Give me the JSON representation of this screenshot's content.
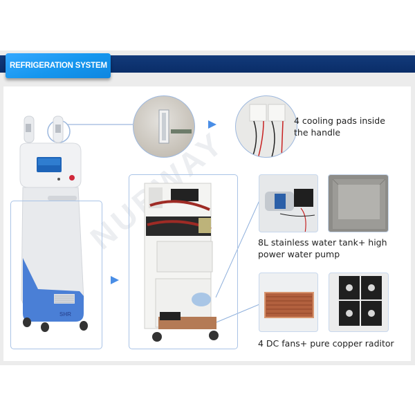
{
  "header": {
    "tab_label": "REFRIGERATION SYSTEM",
    "band_color": "#0b2f6b",
    "tab_color": "#1a9af0"
  },
  "watermark": "NUBWAY",
  "machine": {
    "model_label": "SHR",
    "accent_color": "#4a7fd6"
  },
  "sections": [
    {
      "id": "cooling-pads",
      "caption_lines": [
        "4 cooling pads inside",
        "the handle"
      ]
    },
    {
      "id": "water-tank-pump",
      "caption_lines": [
        "8L stainless water tank+ high",
        "power water pump"
      ]
    },
    {
      "id": "fans-radiator",
      "caption_lines": [
        "4 DC fans+ pure copper raditor"
      ]
    }
  ],
  "icons": {
    "arrow": "arrow-right-icon"
  }
}
